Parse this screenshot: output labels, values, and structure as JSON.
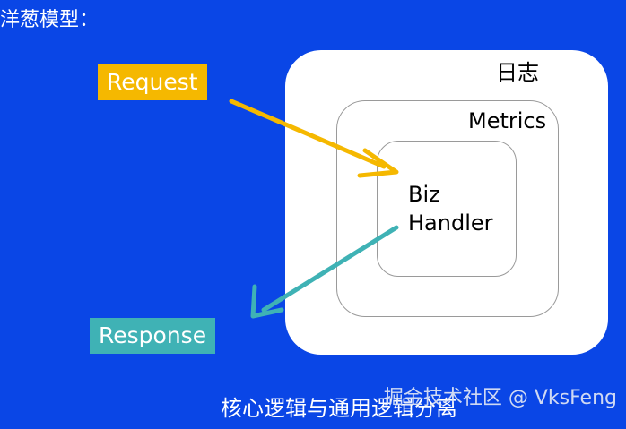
{
  "title": "洋葱模型：",
  "layers": {
    "outer": "日志",
    "middle": "Metrics",
    "inner_line1": "Biz",
    "inner_line2": "Handler"
  },
  "request": "Request",
  "response": "Response",
  "caption": "核心逻辑与通用逻辑分离",
  "watermark": "掘金技术社区 @ VksFeng",
  "colors": {
    "background": "#0a46e6",
    "request": "#f5b800",
    "response": "#3fb2b5"
  }
}
